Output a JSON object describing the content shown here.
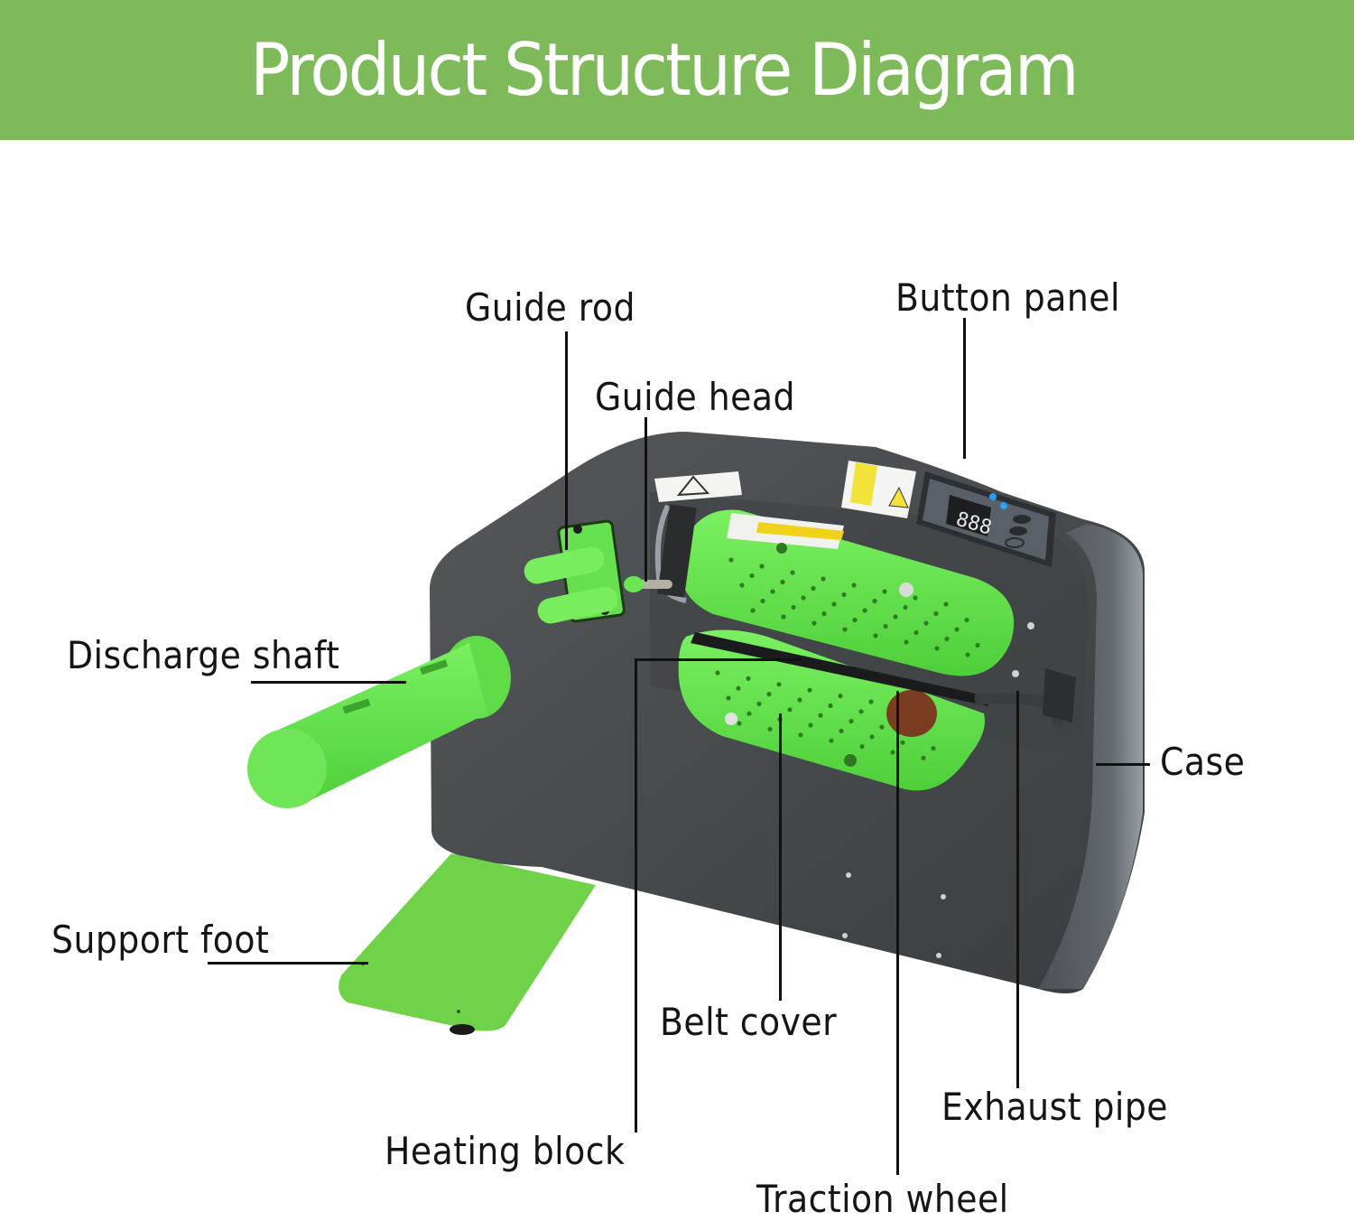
{
  "header": {
    "title": "Product Structure Diagram",
    "background_color": "#7fba5a",
    "text_color": "#ffffff"
  },
  "diagram": {
    "subject": "air cushion machine",
    "case_color": "#4a4d50",
    "accent_color": "#5fe04a",
    "control_panel_display": "888",
    "labels": [
      {
        "id": "guide-rod",
        "text": "Guide rod"
      },
      {
        "id": "button-panel",
        "text": "Button panel"
      },
      {
        "id": "guide-head",
        "text": "Guide head"
      },
      {
        "id": "discharge-shaft",
        "text": "Discharge shaft"
      },
      {
        "id": "case",
        "text": "Case"
      },
      {
        "id": "support-foot",
        "text": "Support foot"
      },
      {
        "id": "belt-cover",
        "text": "Belt cover"
      },
      {
        "id": "exhaust-pipe",
        "text": "Exhaust pipe"
      },
      {
        "id": "heating-block",
        "text": "Heating block"
      },
      {
        "id": "traction-wheel",
        "text": "Traction wheel"
      }
    ]
  }
}
